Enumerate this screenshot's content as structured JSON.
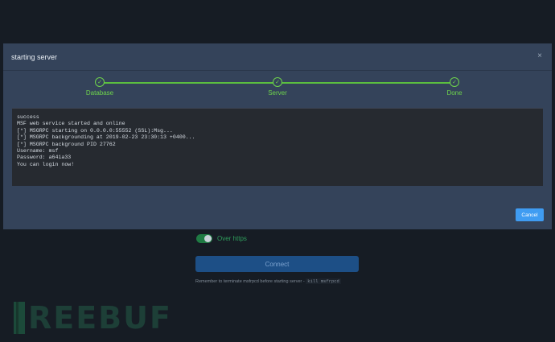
{
  "background_form": {
    "toggle_label": "Over https",
    "toggle_state": "on",
    "connect_label": "Connect",
    "remember_text": "Remember to terminate msfrpcd before starting server",
    "remember_code": "kill msfrpcd"
  },
  "watermark": {
    "text": "REEBUF"
  },
  "modal": {
    "title": "starting server",
    "close_glyph": "×",
    "steps": [
      {
        "label": "Database",
        "status": "done"
      },
      {
        "label": "Server",
        "status": "done"
      },
      {
        "label": "Done",
        "status": "done"
      }
    ],
    "console_lines": [
      "success",
      "MSF web service started and online",
      "[*] MSGRPC starting on 0.0.0.0:55552 (SSL):Msg...",
      "[*] MSGRPC backgrounding at 2019-02-23 23:30:13 +0400...",
      "[*] MSGRPC background PID 27762",
      "Username: msf",
      "Password: a64ia33",
      "You can login now!"
    ],
    "cancel_label": "Cancel"
  },
  "colors": {
    "page_bg": "#161c24",
    "modal_bg": "#34435a",
    "step_green": "#6ed34c",
    "console_bg": "#262a30",
    "primary_blue": "#3f9cf2"
  }
}
